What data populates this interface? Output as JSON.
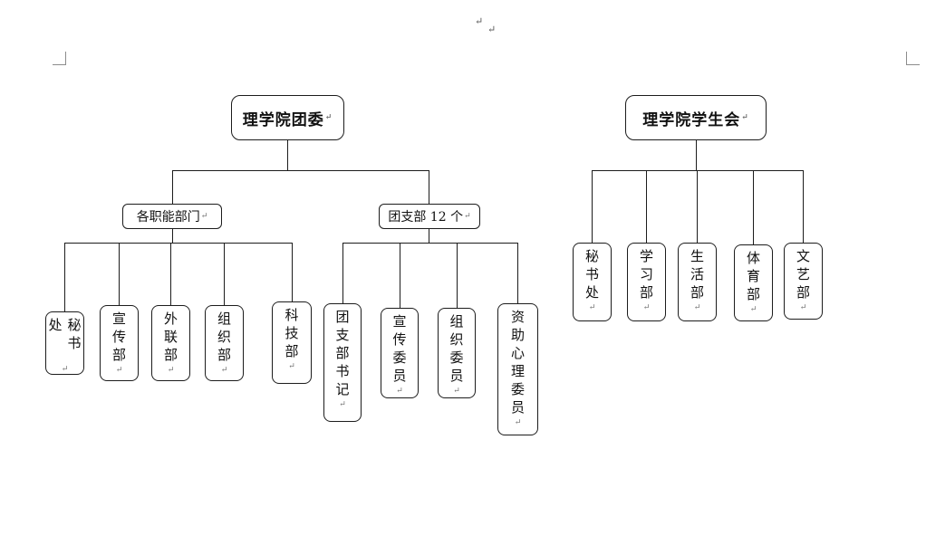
{
  "document": {
    "paragraph_mark": "↵"
  },
  "left_chart": {
    "root": "理学院团委",
    "branch1": {
      "label": "各职能部门",
      "children": [
        "秘书处",
        "宣传部",
        "外联部",
        "组织部",
        "科技部"
      ]
    },
    "branch2": {
      "label": "团支部 12 个",
      "children": [
        "团支部书记",
        "宣传委员",
        "组织委员",
        "资助心理委员"
      ]
    }
  },
  "right_chart": {
    "root": "理学院学生会",
    "children": [
      "秘书处",
      "学习部",
      "生活部",
      "体育部",
      "文艺部"
    ]
  }
}
